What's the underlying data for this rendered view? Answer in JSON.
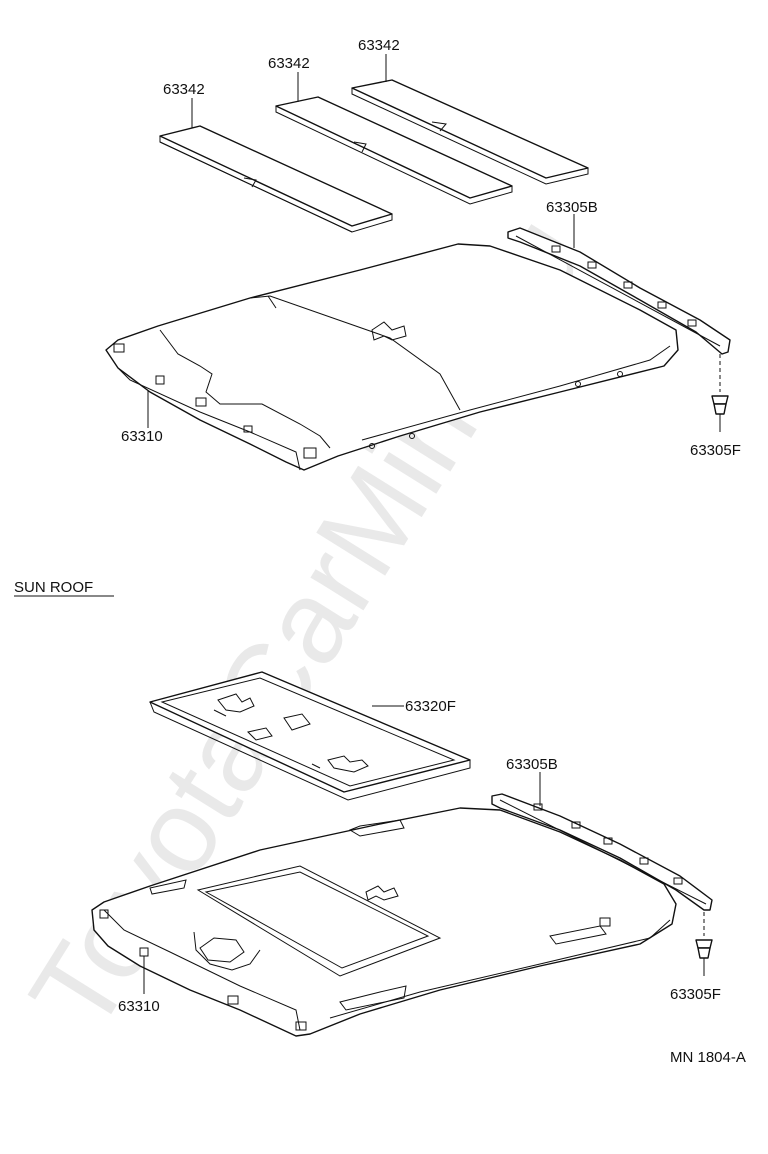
{
  "watermark": "ToyotaCarMine.ru",
  "section_title": "SUN ROOF",
  "figure_code": "MN 1804-A",
  "top_group": {
    "pad_labels": [
      "63342",
      "63342",
      "63342"
    ],
    "rail_label": "63305B",
    "clip_label": "63305F",
    "headliner_label": "63310"
  },
  "bottom_group": {
    "sunshade_label": "63320F",
    "rail_label": "63305B",
    "clip_label": "63305F",
    "headliner_label": "63310"
  }
}
